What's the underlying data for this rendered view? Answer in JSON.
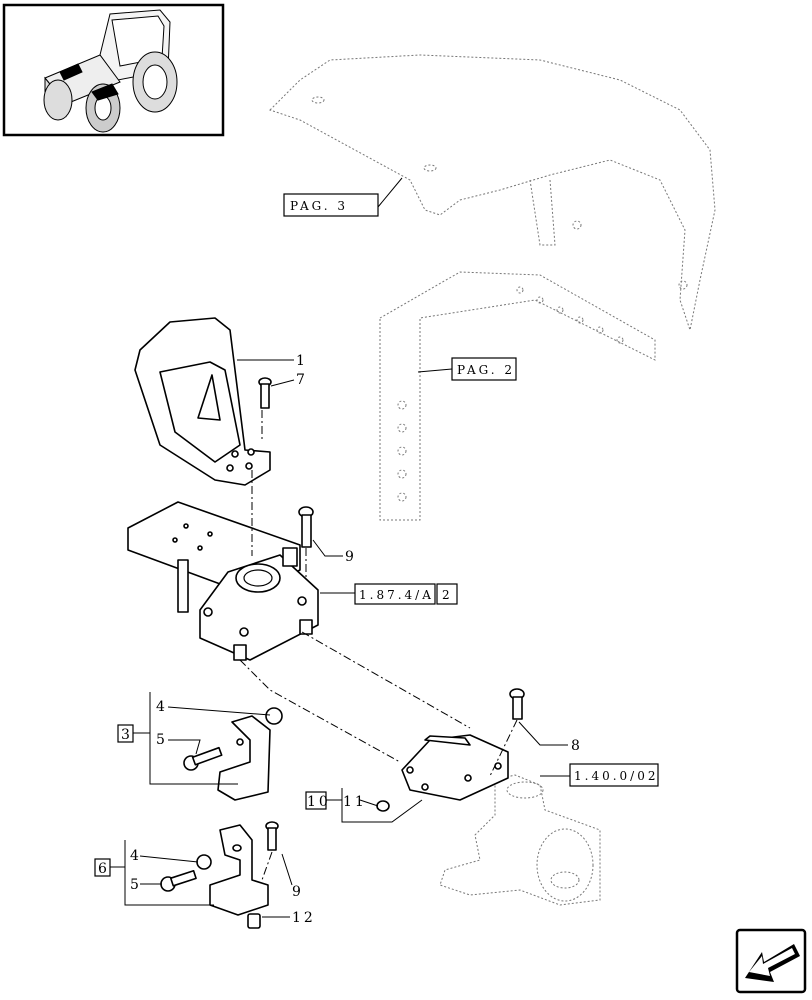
{
  "thumbnail": {
    "icon": "tractor-icon"
  },
  "nav": {
    "icon": "arrow-left-icon"
  },
  "references": {
    "pag3": "PAG. 3",
    "pag2": "PAG. 2",
    "ref_1874a": "1.87.4/A",
    "ref_1874a_qty": "2",
    "ref_14002": "1.40.0/02"
  },
  "callouts": {
    "c1": "1",
    "c7": "7",
    "c9a": "9",
    "c8": "8",
    "c4a": "4",
    "c5a": "5",
    "c3": "3",
    "c10": "10",
    "c11": "11",
    "c4b": "4",
    "c5b": "5",
    "c6": "6",
    "c9b": "9",
    "c12": "12"
  }
}
